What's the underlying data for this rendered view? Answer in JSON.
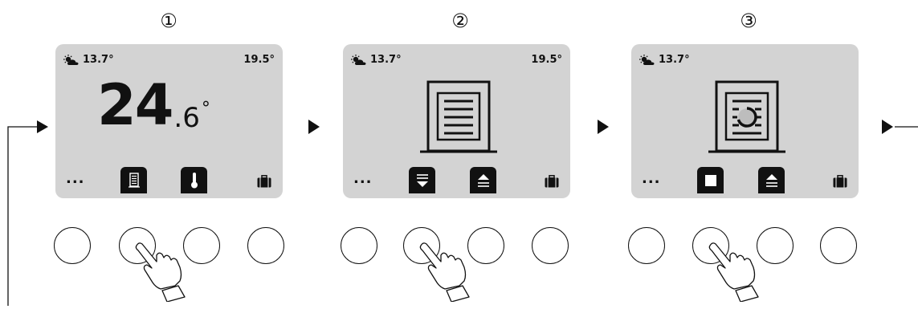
{
  "steps": [
    {
      "number": "①",
      "weather_temp": "13.7°",
      "setpoint": "19.5°",
      "big_temp_int": "24",
      "big_temp_dec": ".6",
      "big_temp_deg": "°",
      "menu_dots": "...",
      "softkeys": [
        "blind-icon",
        "thermometer-icon"
      ],
      "status_icon": "briefcase-icon"
    },
    {
      "number": "②",
      "weather_temp": "13.7°",
      "setpoint": "19.5°",
      "menu_dots": "...",
      "center_icon": "blind-closed-icon",
      "softkeys": [
        "blind-down-icon",
        "blind-up-icon"
      ],
      "status_icon": "briefcase-icon"
    },
    {
      "number": "③",
      "weather_temp": "13.7°",
      "menu_dots": "...",
      "center_icon": "blind-moving-icon",
      "softkeys": [
        "stop-icon",
        "blind-up-icon"
      ],
      "status_icon": "briefcase-icon"
    }
  ],
  "colors": {
    "screen": "#d3d3d3",
    "ink": "#111111",
    "background": "#ffffff"
  }
}
